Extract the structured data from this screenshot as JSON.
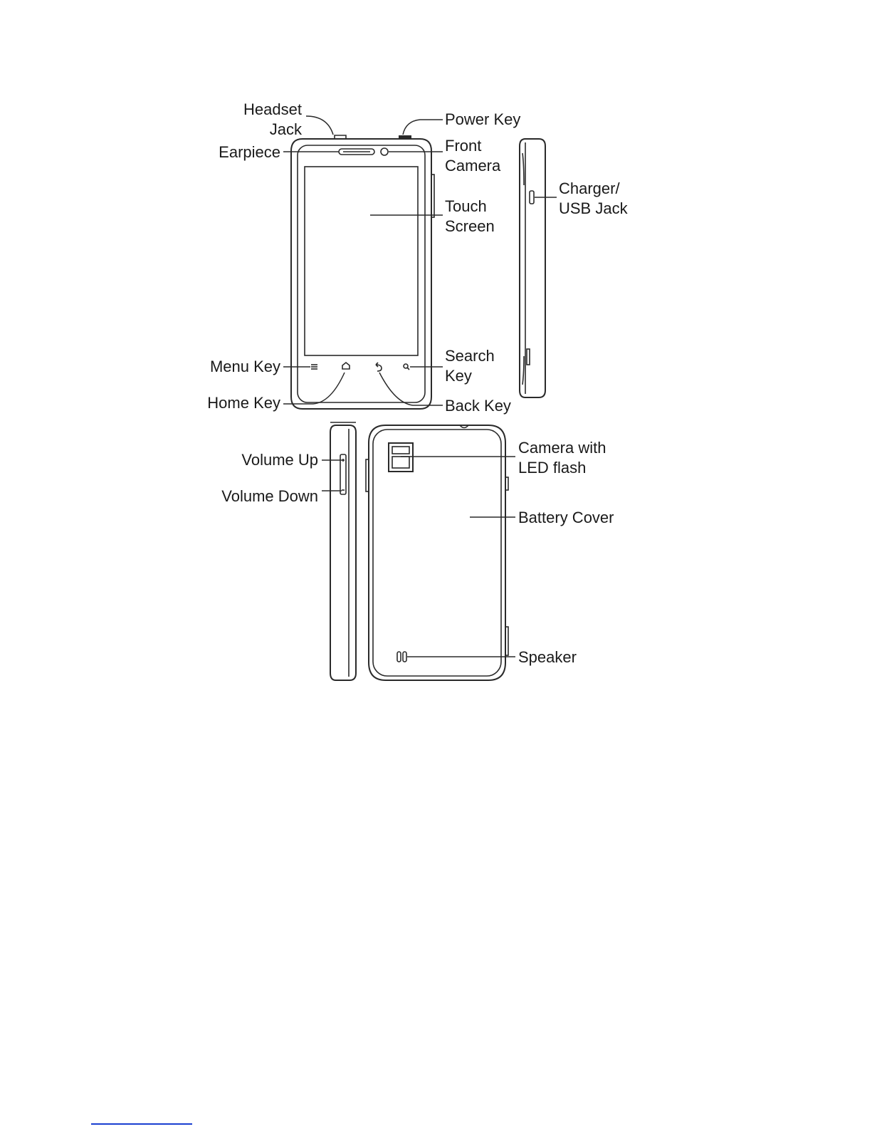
{
  "labels": {
    "headset_jack_l1": "Headset",
    "headset_jack_l2": "Jack",
    "power_key": "Power Key",
    "earpiece": "Earpiece",
    "front_camera_l1": "Front",
    "front_camera_l2": "Camera",
    "charger_usb_l1": "Charger/",
    "charger_usb_l2": "USB Jack",
    "touch_screen_l1": "Touch",
    "touch_screen_l2": "Screen",
    "menu_key": "Menu Key",
    "search_key_l1": "Search",
    "search_key_l2": "Key",
    "home_key": "Home Key",
    "back_key": "Back Key",
    "volume_up": "Volume Up",
    "volume_down": "Volume Down",
    "camera_led_l1": "Camera with",
    "camera_led_l2": "LED flash",
    "battery_cover": "Battery Cover",
    "speaker": "Speaker"
  },
  "colors": {
    "line": "#2a2a2a",
    "text": "#1a1a1a",
    "link_underline": "#1a3fd1"
  }
}
